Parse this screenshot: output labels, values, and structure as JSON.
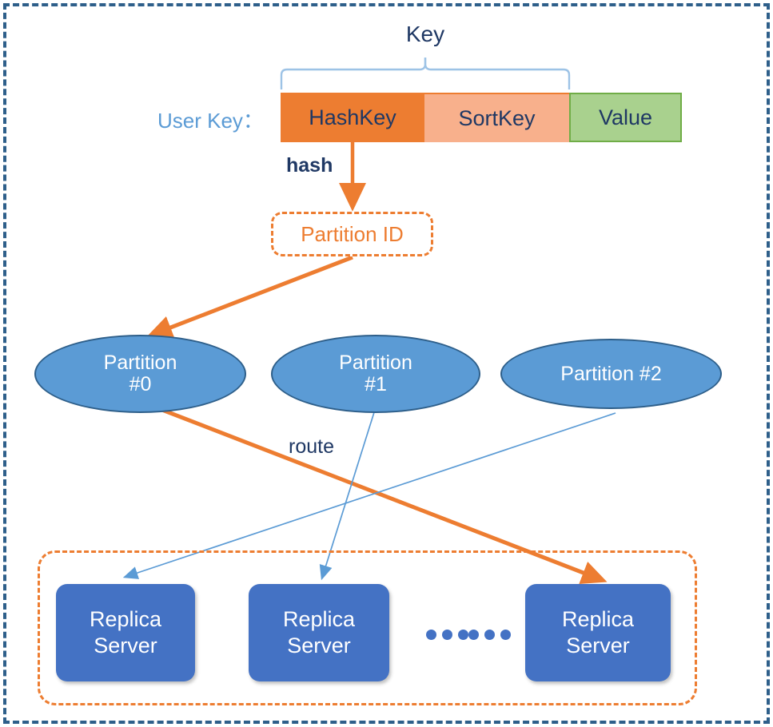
{
  "diagram": {
    "title_labels": {
      "key_brace": "Key",
      "user_key": "User Key：",
      "hash_edge": "hash",
      "route_edge": "route"
    },
    "record_segments": [
      {
        "name": "hashkey",
        "label": "HashKey",
        "color": "#ED7D31"
      },
      {
        "name": "sortkey",
        "label": "SortKey",
        "color": "#F8B08C"
      },
      {
        "name": "value",
        "label": "Value",
        "color": "#A9D18E"
      }
    ],
    "partition_id": {
      "label": "Partition ID",
      "color": "#ED7D31"
    },
    "partitions": [
      {
        "line1": "Partition",
        "line2": "#0",
        "full": "Partition #0"
      },
      {
        "line1": "Partition",
        "line2": "#1",
        "full": "Partition #1"
      },
      {
        "line1": "Partition #2",
        "line2": "",
        "full": "Partition #2"
      }
    ],
    "replica_servers": [
      {
        "line1": "Replica",
        "line2": "Server",
        "full": "Replica Server"
      },
      {
        "line1": "Replica",
        "line2": "Server",
        "full": "Replica Server"
      },
      {
        "line1": "Replica",
        "line2": "Server",
        "full": "Replica Server"
      }
    ],
    "ellipsis": "... ...",
    "colors": {
      "accent_orange": "#ED7D31",
      "light_orange": "#F8B08C",
      "green": "#A9D18E",
      "green_border": "#70AD47",
      "partition_blue": "#5B9BD5",
      "partition_border": "#2E5F8A",
      "replica_blue": "#4472C4",
      "text_navy": "#1F3864",
      "frame_blue": "#2E5F8A"
    }
  }
}
